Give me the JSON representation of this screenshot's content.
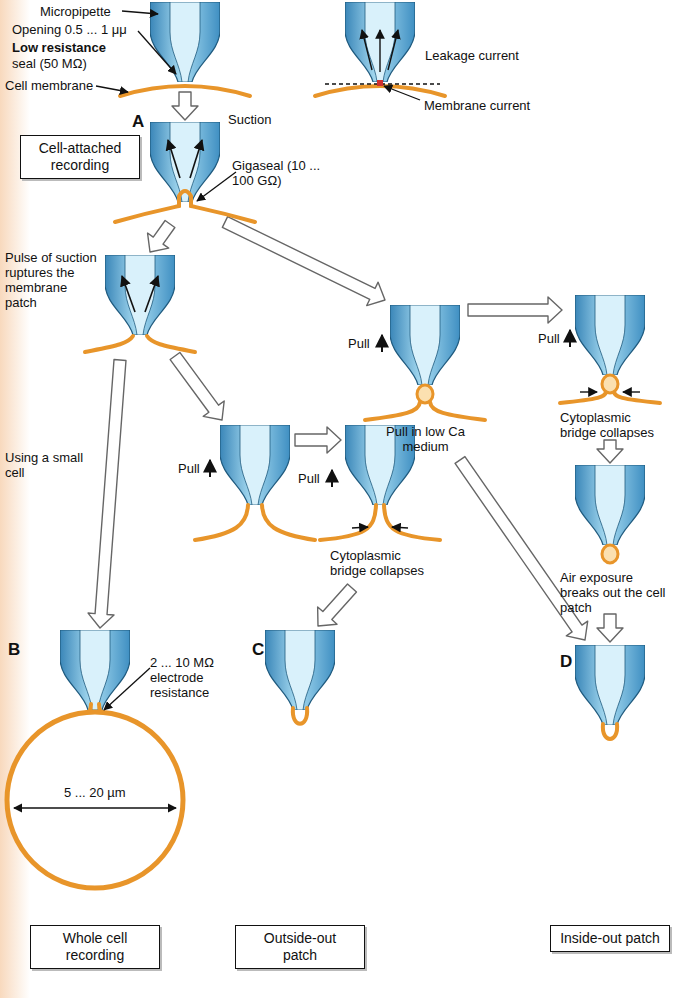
{
  "diagram": {
    "nodes": [
      {
        "text": [
          "Cell-attached recording"
        ]
      },
      {
        "text": [
          "Whole cell recording"
        ]
      },
      {
        "text": [
          "Outside-out patch"
        ]
      },
      {
        "text": [
          "Inside-out patch"
        ]
      }
    ],
    "labels": [
      "Micropipette",
      "Opening 0.5 ... 1 μμ",
      "Low resistance",
      "seal (50 MΩ)",
      "Cell membrane",
      "Leakage current",
      "Membrane current",
      "Suction",
      "A",
      "Gigaseal (10 ... 100 GΩ)",
      "Pulse of suction ruptures the membrane patch",
      "Using a small cell",
      "Pull",
      "Pull",
      "Cytoplasmic bridge collapses",
      "Pull",
      "Pull in low Ca medium",
      "Pull",
      "Cytoplasmic bridge collapses",
      "Air exposure breaks out the cell patch",
      "B",
      "2 ... 10 MΩ electrode resistance",
      "5 ... 20 µm",
      "C",
      "D"
    ]
  }
}
